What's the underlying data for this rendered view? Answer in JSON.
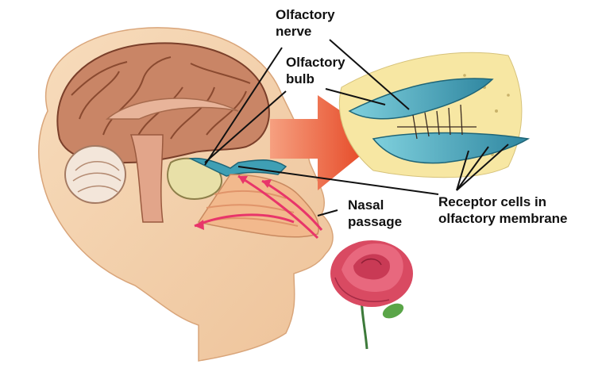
{
  "labels": {
    "olfactory_nerve": [
      "Olfactory",
      "nerve"
    ],
    "olfactory_bulb": [
      "Olfactory",
      "bulb"
    ],
    "nasal_passage": [
      "Nasal",
      "passage"
    ],
    "receptor_cells": [
      "Receptor cells in",
      "olfactory membrane"
    ]
  },
  "colors": {
    "skin": "#f4cfa4",
    "brain": "#c98566",
    "bulb_blue": "#3f9fb4",
    "arrow_red": "#e6401f",
    "airflow_pink": "#e8356a",
    "rose": "#d94a62"
  }
}
